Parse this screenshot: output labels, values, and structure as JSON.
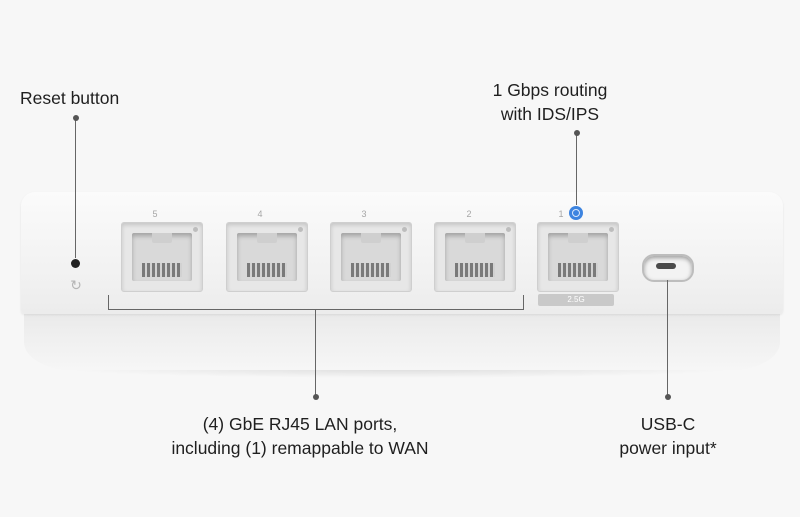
{
  "callouts": {
    "reset": "Reset button",
    "wan": [
      "1 Gbps routing",
      "with IDS/IPS"
    ],
    "lan": [
      "(4) GbE RJ45 LAN ports,",
      "including (1) remappable to WAN"
    ],
    "usbc": [
      "USB-C",
      "power input*"
    ]
  },
  "ports": [
    {
      "number": "5"
    },
    {
      "number": "4"
    },
    {
      "number": "3"
    },
    {
      "number": "2"
    },
    {
      "number": "1"
    }
  ],
  "speed_badge": "2.5G",
  "icons": {
    "reset": "refresh-icon",
    "wan": "globe-icon"
  },
  "colors": {
    "accent": "#3d84e0"
  }
}
